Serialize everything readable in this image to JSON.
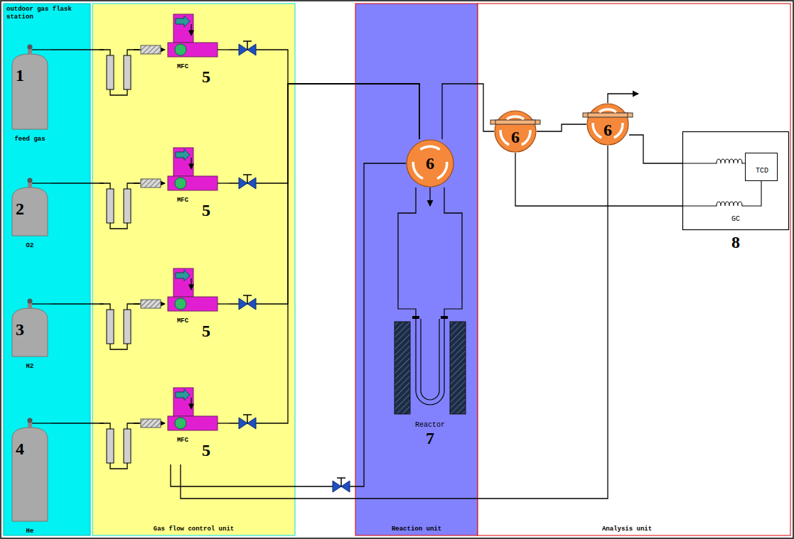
{
  "diagram": {
    "nodes": [
      {
        "text": [
          "outdoor gas flask station"
        ]
      },
      {
        "text": [
          "Gas flow control unit"
        ]
      },
      {
        "text": [
          "Reaction unit"
        ]
      },
      {
        "text": [
          "Analysis unit"
        ]
      },
      {
        "text": [
          "1",
          "feed gas"
        ],
        "in": 0
      },
      {
        "text": [
          "2",
          "O2"
        ],
        "in": 0
      },
      {
        "text": [
          "3",
          "H2"
        ],
        "in": 0
      },
      {
        "text": [
          "4",
          "He"
        ],
        "in": 0
      },
      {
        "text": [
          "MFC",
          "5"
        ],
        "in": 1
      },
      {
        "text": [
          "MFC",
          "5"
        ],
        "in": 1
      },
      {
        "text": [
          "MFC",
          "5"
        ],
        "in": 1
      },
      {
        "text": [
          "MFC",
          "5"
        ],
        "in": 1
      },
      {
        "text": [
          "6"
        ],
        "in": 2
      },
      {
        "text": [
          "Reactor",
          "7"
        ],
        "in": 2
      },
      {
        "text": [
          "6"
        ],
        "in": 3
      },
      {
        "text": [
          "6"
        ],
        "in": 3
      },
      {
        "text": [
          "GC",
          "8"
        ],
        "in": 3
      },
      {
        "text": [
          "TCD"
        ],
        "in": 16
      }
    ],
    "edges": [
      {
        "from": 4,
        "to": 8,
        "arrow": "to"
      },
      {
        "from": 5,
        "to": 9,
        "arrow": "to"
      },
      {
        "from": 6,
        "to": 10,
        "arrow": "to"
      },
      {
        "from": 7,
        "to": 11,
        "arrow": "to"
      },
      {
        "from": 8,
        "to": 12,
        "arrow": "none"
      },
      {
        "from": 9,
        "to": 12,
        "arrow": "none"
      },
      {
        "from": 10,
        "to": 12,
        "arrow": "none"
      },
      {
        "from": 11,
        "to": 12,
        "arrow": "none"
      },
      {
        "from": 11,
        "to": 12,
        "arrow": "none"
      },
      {
        "from": 11,
        "to": 15,
        "arrow": "none"
      },
      {
        "from": 12,
        "to": 13,
        "arrow": "none"
      },
      {
        "from": 12,
        "to": 13,
        "arrow": "none"
      },
      {
        "from": 12,
        "to": 14,
        "arrow": "none"
      },
      {
        "from": 14,
        "to": 15,
        "arrow": "none"
      },
      {
        "from": 15,
        "to": 16,
        "arrow": "none"
      },
      {
        "from": 14,
        "to": 16,
        "arrow": "none"
      }
    ]
  }
}
